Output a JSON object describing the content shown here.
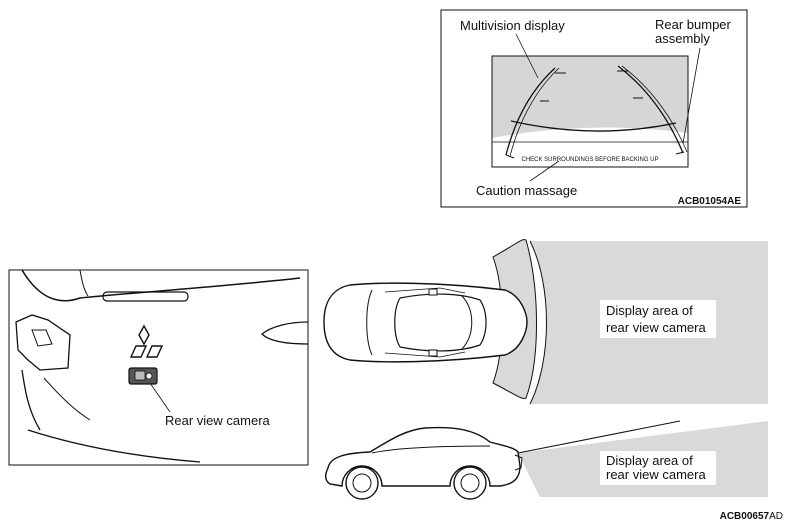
{
  "inset_display": {
    "multivision_label": "Multivision display",
    "bumper_label_line1": "Rear bumper",
    "bumper_label_line2": "assembly",
    "caution_text": "CHECK SURROUNDINGS BEFORE BACKING UP",
    "caution_label": "Caution massage",
    "figure_code": "ACB01054AE"
  },
  "inset_camera": {
    "camera_label": "Rear view camera"
  },
  "top_view": {
    "area_label_line1": "Display area of",
    "area_label_line2": "rear view camera"
  },
  "side_view": {
    "area_label_line1": "Display area of",
    "area_label_line2": "rear view camera"
  },
  "footer": {
    "figure_code_main": "ACB00657",
    "figure_code_suffix": "AD"
  },
  "colors": {
    "area_fill": "#d9d9d9",
    "line": "#111111"
  }
}
